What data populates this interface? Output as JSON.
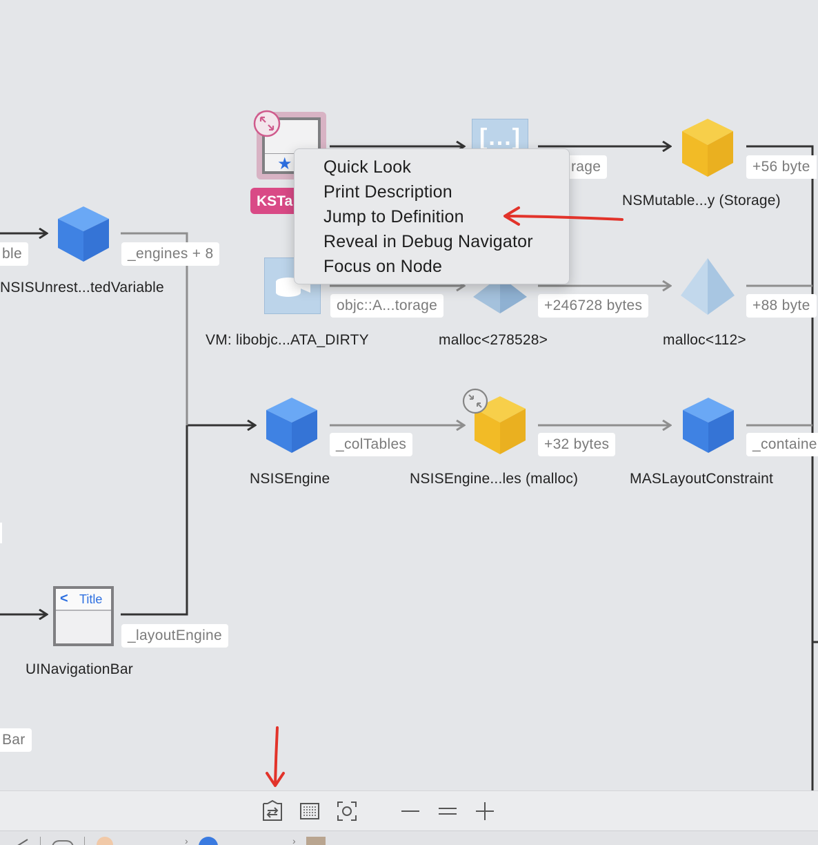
{
  "context_menu": {
    "items": [
      {
        "label": "Quick Look"
      },
      {
        "label": "Print Description"
      },
      {
        "label": "Jump to Definition"
      },
      {
        "label": "Reveal in Debug Navigator"
      },
      {
        "label": "Focus on Node"
      }
    ]
  },
  "selected_node_tag": "KSTa",
  "nodes": {
    "nsisunrestricted": "NSISUnrest...tedVariable",
    "nsmutable_storage": "NSMutable...y (Storage)",
    "vm_libobjc": "VM: libobjc...ATA_DIRTY",
    "malloc_278528": "malloc<278528>",
    "malloc_112": "malloc<112>",
    "nsisengine": "NSISEngine",
    "nsisengine_tables": "NSISEngine...les (malloc)",
    "maslayoutconstraint": "MASLayoutConstraint",
    "uinavigationbar": "UINavigationBar",
    "navbar_title": "Title"
  },
  "edge_labels": {
    "left_ble": "ble",
    "engines": "_engines + 8",
    "storage_partial": "rage",
    "plus56": "+56 byte",
    "objc_storage": "objc::A...torage",
    "plus246728": "+246728 bytes",
    "plus88": "+88 byte",
    "coltables": "_colTables",
    "plus32": "+32 bytes",
    "container": "_containe",
    "layoutengine": "_layoutEngine",
    "left_bar": "Bar"
  },
  "icons": {
    "cube_blue": "cube-icon",
    "cube_yellow": "malloc-cube-icon",
    "pyramid": "pyramid-icon",
    "array": "array-icon",
    "vm_region": "vm-region-icon",
    "tab_controller": "tab-bar-icon",
    "navigation_bar": "navigation-bar-icon",
    "expand": "expand-icon",
    "collapse": "collapse-icon",
    "annotation_arrow": "red-arrow"
  },
  "toolbar": {
    "buttons": [
      "memory-graph-export-icon",
      "filter-list-icon",
      "zoom-fit-icon",
      "zoom-out-icon",
      "zoom-actual-icon",
      "zoom-in-icon"
    ]
  },
  "colors": {
    "canvas": "#e4e6e9",
    "cube_blue": "#4a8de8",
    "cube_yellow": "#f5c02f",
    "tag_pink": "#d94a86",
    "annotation_red": "#e2332a"
  }
}
